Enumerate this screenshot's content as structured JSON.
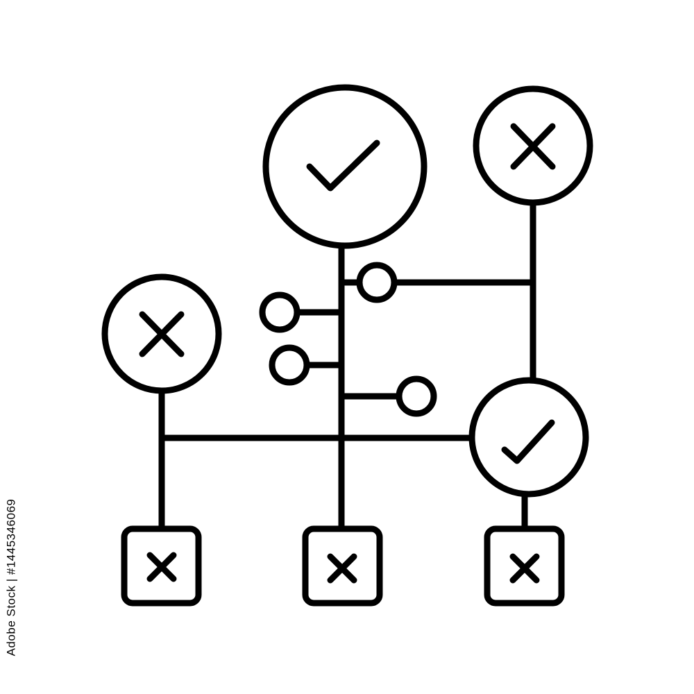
{
  "colors": {
    "stroke": "#000000",
    "background": "#ffffff"
  },
  "icons": {
    "approved": "check-mark-icon",
    "rejected": "cross-mark-icon"
  },
  "diagram": {
    "nodes": [
      {
        "name": "top-center-circle-node",
        "shape": "circle",
        "status": "check"
      },
      {
        "name": "top-right-circle-node",
        "shape": "circle",
        "status": "cross"
      },
      {
        "name": "left-circle-node",
        "shape": "circle",
        "status": "cross"
      },
      {
        "name": "right-circle-node",
        "shape": "circle",
        "status": "check"
      },
      {
        "name": "bottom-left-box-node",
        "shape": "square",
        "status": "cross"
      },
      {
        "name": "bottom-center-box-node",
        "shape": "square",
        "status": "cross"
      },
      {
        "name": "bottom-right-box-node",
        "shape": "square",
        "status": "cross"
      },
      {
        "name": "branch-dot-upper-right",
        "shape": "dot"
      },
      {
        "name": "branch-dot-upper-left",
        "shape": "dot"
      },
      {
        "name": "branch-dot-lower-left",
        "shape": "dot"
      },
      {
        "name": "branch-dot-lower-right",
        "shape": "dot"
      }
    ]
  },
  "watermark": {
    "text": "Adobe Stock | #1445346069"
  }
}
